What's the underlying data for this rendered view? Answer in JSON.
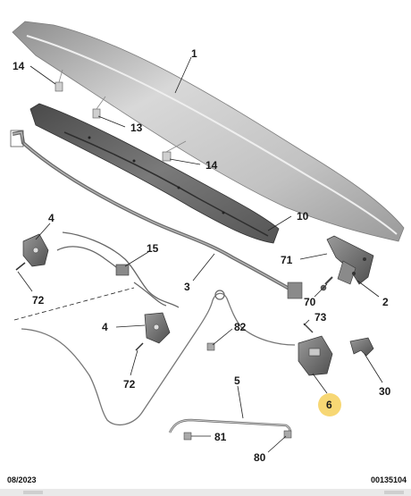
{
  "footer": {
    "date": "08/2023",
    "reference": "00135104"
  },
  "callouts": {
    "c1": "1",
    "c2": "2",
    "c3": "3",
    "c4a": "4",
    "c4b": "4",
    "c5": "5",
    "c6": "6",
    "c10": "10",
    "c13": "13",
    "c14a": "14",
    "c14b": "14",
    "c15": "15",
    "c30": "30",
    "c70": "70",
    "c71": "71",
    "c72a": "72",
    "c72b": "72",
    "c73": "73",
    "c80": "80",
    "c81": "81",
    "c82": "82"
  },
  "colors": {
    "highlight": "#f7d774",
    "bonnet": "#b9b9b9",
    "seal": "#6d6d6d",
    "parts": "#7e7e7e"
  }
}
